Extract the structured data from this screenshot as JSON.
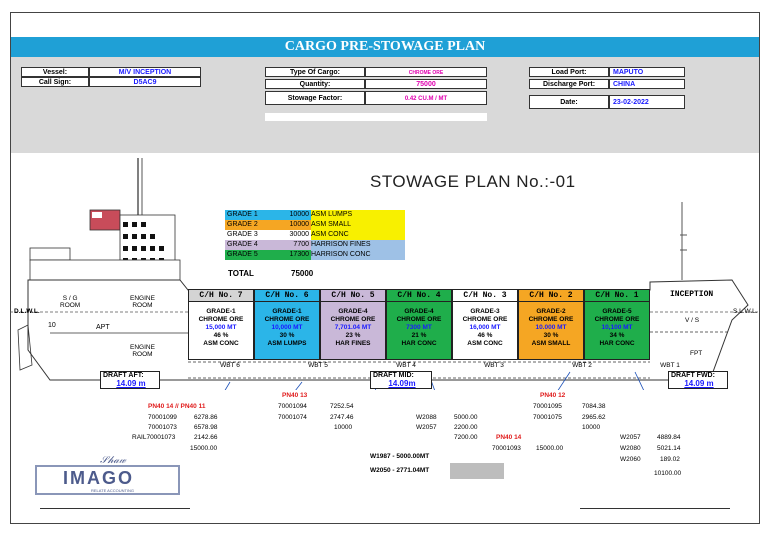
{
  "title": "CARGO PRE-STOWAGE PLAN",
  "vessel": {
    "label": "Vessel:",
    "value": "M/V INCEPTION"
  },
  "callsign": {
    "label": "Call Sign:",
    "value": "D5AC9"
  },
  "cargo_type": {
    "label": "Type Of Cargo:",
    "value": "CHROME ORE"
  },
  "quantity": {
    "label": "Quantity:",
    "value": "75000"
  },
  "stowage_factor": {
    "label": "Stowage Factor:",
    "value": "0.42 CU.M / MT"
  },
  "load_port": {
    "label": "Load Port:",
    "value": "MAPUTO"
  },
  "discharge_port": {
    "label": "Discharge Port:",
    "value": "CHINA"
  },
  "date": {
    "label": "Date:",
    "value": "23-02-2022"
  },
  "stowage_plan_heading": "STOWAGE PLAN No.:-01",
  "grades": [
    {
      "name": "GRADE 1",
      "qty": "10000",
      "desc": "ASM LUMPS",
      "color": "#2bb5e8"
    },
    {
      "name": "GRADE 2",
      "qty": "10000",
      "desc": "ASM SMALL",
      "color": "#f5a623"
    },
    {
      "name": "GRADE 3",
      "qty": "30000",
      "desc": "ASM CONC",
      "color": "#ffffff"
    },
    {
      "name": "GRADE 4",
      "qty": "7700",
      "desc": "HARRISON FINES",
      "color": "#c9b8d8"
    },
    {
      "name": "GRADE 5",
      "qty": "17300",
      "desc": "HARRISON CONC",
      "color": "#1fae4b"
    }
  ],
  "grade_colors_right": [
    "#f8f000",
    "#f8f000",
    "#f8f000",
    "#9ec1e6",
    "#9ec1e6"
  ],
  "total": {
    "label": "TOTAL",
    "value": "75000"
  },
  "holds": [
    {
      "head": "C/H No. 7",
      "grade": "GRADE-1",
      "cargo": "CHROME ORE",
      "qty": "15,000 MT",
      "pct": "46 %",
      "desc": "ASM CONC",
      "color": "#ffffff",
      "head_color": "#d4d4d4",
      "qty_color": "#1a1aff"
    },
    {
      "head": "C/H No. 6",
      "grade": "GRADE-1",
      "cargo": "CHROME ORE",
      "qty": "10,000 MT",
      "pct": "30 %",
      "desc": "ASM LUMPS",
      "color": "#2bb5e8",
      "head_color": "#2bb5e8",
      "qty_color": "#1a1aff"
    },
    {
      "head": "C/H No. 5",
      "grade": "GRADE-4",
      "cargo": "CHROME ORE",
      "qty": "7,701.04 MT",
      "pct": "23 %",
      "desc": "HAR FINES",
      "color": "#c9b8d8",
      "head_color": "#c9b8d8",
      "qty_color": "#1a1aff"
    },
    {
      "head": "C/H No. 4",
      "grade": "GRADE-4",
      "cargo": "CHROME ORE",
      "qty": "7300 MT",
      "pct": "21 %",
      "desc": "HAR CONC",
      "color": "#1fae4b",
      "head_color": "#1fae4b",
      "qty_color": "#1a1aff"
    },
    {
      "head": "C/H No. 3",
      "grade": "GRADE-3",
      "cargo": "CHROME ORE",
      "qty": "16,000 MT",
      "pct": "46 %",
      "desc": "ASM CONC",
      "color": "#ffffff",
      "head_color": "#ffffff",
      "qty_color": "#1a1aff"
    },
    {
      "head": "C/H No. 2",
      "grade": "GRADE-2",
      "cargo": "CHROME ORE",
      "qty": "10.000 MT",
      "pct": "30 %",
      "desc": "ASM SMALL",
      "color": "#f5a623",
      "head_color": "#f5a623",
      "qty_color": "#1a1aff"
    },
    {
      "head": "C/H No. 1",
      "grade": "GRADE-5",
      "cargo": "CHROME ORE",
      "qty": "10,100 MT",
      "pct": "34 %",
      "desc": "HAR CONC",
      "color": "#1fae4b",
      "head_color": "#1fae4b",
      "qty_color": "#1a1aff"
    }
  ],
  "wbts": [
    "WBT 6",
    "WBT 5",
    "WBT 4",
    "WBT 3",
    "WBT 2",
    "WBT 1"
  ],
  "ship_labels": {
    "sg_room": "S / G\nROOM",
    "engine_room": "ENGINE\nROOM",
    "apt": "APT",
    "engine_room_low": "ENGINE\nROOM",
    "dlwl": "D.L.W.L.",
    "slwl": "S.L.W.L.",
    "vs": "V / S",
    "fpt": "FPT",
    "inception": "INCEPTION",
    "mark_10": "10"
  },
  "drafts": {
    "aft": {
      "label": "DRAFT AFT:",
      "value": "14.09 m"
    },
    "mid": {
      "label": "DRAFT MID:",
      "value": "14.09m"
    },
    "fwd": {
      "label": "DRAFT FWD:",
      "value": "14.09 m"
    }
  },
  "notes": {
    "n7_head": "PN40 14 // PN40 11",
    "n7_rows": [
      [
        "70001099",
        "6278.86"
      ],
      [
        "70001073",
        "6578.98"
      ],
      [
        "RAIL70001073",
        "2142.66"
      ]
    ],
    "n7_total": "15000.00",
    "n6_head": "PN40 13",
    "n6_rows": [
      [
        "70001094",
        "7252.54"
      ],
      [
        "70001074",
        "2747.46"
      ]
    ],
    "n6_total": "10000",
    "n4_rows": [
      [
        "W2088",
        "5000.00"
      ],
      [
        "W2057",
        "2200.00"
      ]
    ],
    "n4_total": "7200.00",
    "n3_head": "PN40 14",
    "n3_row": [
      "70001093",
      "15000.00"
    ],
    "n2_head": "PN40 12",
    "n2_rows": [
      [
        "70001095",
        "7084.38"
      ],
      [
        "70001075",
        "2965.62"
      ]
    ],
    "n2_total": "10000",
    "n1_rows": [
      [
        "W2057",
        "4889.84"
      ],
      [
        "W2080",
        "5021.14"
      ],
      [
        "W2060",
        "189.02"
      ]
    ],
    "n1_total": "10100.00",
    "w1987": "W1987 - 5000.00MT",
    "w2050": "W2050 - 2771.04MT"
  },
  "stamp_text": "IMAGO",
  "stamp_sub": "RELATE ACCOUNTING"
}
